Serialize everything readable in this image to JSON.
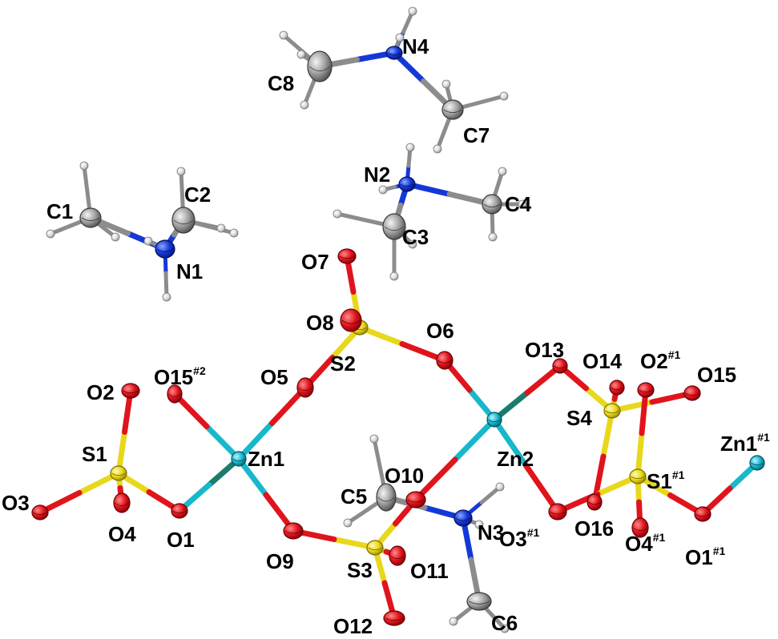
{
  "colors": {
    "background": "#ffffff",
    "oxygen": "#e0141c",
    "sulfur": "#e8d81c",
    "zinc": "#18b8cc",
    "nitrogen": "#1438d8",
    "carbon": "#909090",
    "hydrogen": "#d8d8d8",
    "bond_grey": "#8c8c8c",
    "bond_blue": "#1438d8",
    "bond_dark_green": "#1c7c6c",
    "label": "#000000"
  },
  "atom_labels": [
    {
      "id": "n4",
      "name": "nitrogen-label-n4",
      "text": "N4"
    },
    {
      "id": "c8",
      "name": "carbon-label-c8",
      "text": "C8"
    },
    {
      "id": "c7",
      "name": "carbon-label-c7",
      "text": "C7"
    },
    {
      "id": "n2",
      "name": "nitrogen-label-n2",
      "text": "N2"
    },
    {
      "id": "c4",
      "name": "carbon-label-c4",
      "text": "C4"
    },
    {
      "id": "c3",
      "name": "carbon-label-c3",
      "text": "C3"
    },
    {
      "id": "c1",
      "name": "carbon-label-c1",
      "text": "C1"
    },
    {
      "id": "c2",
      "name": "carbon-label-c2",
      "text": "C2"
    },
    {
      "id": "n1",
      "name": "nitrogen-label-n1",
      "text": "N1"
    },
    {
      "id": "o7",
      "name": "oxygen-label-o7",
      "text": "O7"
    },
    {
      "id": "o8",
      "name": "oxygen-label-o8",
      "text": "O8"
    },
    {
      "id": "o6",
      "name": "oxygen-label-o6",
      "text": "O6"
    },
    {
      "id": "s2",
      "name": "sulfur-label-s2",
      "text": "S2"
    },
    {
      "id": "o13",
      "name": "oxygen-label-o13",
      "text": "O13"
    },
    {
      "id": "o14",
      "name": "oxygen-label-o14",
      "text": "O14"
    },
    {
      "id": "o2b",
      "name": "oxygen-label-o2-sym1",
      "text": "O2",
      "sup": "#1"
    },
    {
      "id": "o15",
      "name": "oxygen-label-o15",
      "text": "O15"
    },
    {
      "id": "o2",
      "name": "oxygen-label-o2",
      "text": "O2"
    },
    {
      "id": "o15b",
      "name": "oxygen-label-o15-sym2",
      "text": "O15",
      "sup": "#2"
    },
    {
      "id": "o5",
      "name": "oxygen-label-o5",
      "text": "O5"
    },
    {
      "id": "s4",
      "name": "sulfur-label-s4",
      "text": "S4"
    },
    {
      "id": "s1",
      "name": "sulfur-label-s1",
      "text": "S1"
    },
    {
      "id": "zn1",
      "name": "zinc-label-zn1",
      "text": "Zn1"
    },
    {
      "id": "o10",
      "name": "oxygen-label-o10",
      "text": "O10"
    },
    {
      "id": "zn2",
      "name": "zinc-label-zn2",
      "text": "Zn2"
    },
    {
      "id": "s1b",
      "name": "sulfur-label-s1-sym1",
      "text": "S1",
      "sup": "#1"
    },
    {
      "id": "zn1b",
      "name": "zinc-label-zn1-sym1",
      "text": "Zn1",
      "sup": "#1"
    },
    {
      "id": "o3",
      "name": "oxygen-label-o3",
      "text": "O3"
    },
    {
      "id": "c5",
      "name": "carbon-label-c5",
      "text": "C5"
    },
    {
      "id": "o4",
      "name": "oxygen-label-o4",
      "text": "O4"
    },
    {
      "id": "o1",
      "name": "oxygen-label-o1",
      "text": "O1"
    },
    {
      "id": "n3",
      "name": "nitrogen-label-n3",
      "text": "N3"
    },
    {
      "id": "o3b",
      "name": "oxygen-label-o3-sym1",
      "text": "O3",
      "sup": "#1"
    },
    {
      "id": "o16",
      "name": "oxygen-label-o16",
      "text": "O16"
    },
    {
      "id": "o4b",
      "name": "oxygen-label-o4-sym1",
      "text": "O4",
      "sup": "#1"
    },
    {
      "id": "o1b",
      "name": "oxygen-label-o1-sym1",
      "text": "O1",
      "sup": "#1"
    },
    {
      "id": "o9",
      "name": "oxygen-label-o9",
      "text": "O9"
    },
    {
      "id": "s3",
      "name": "sulfur-label-s3",
      "text": "S3"
    },
    {
      "id": "o11",
      "name": "oxygen-label-o11",
      "text": "O11"
    },
    {
      "id": "o12",
      "name": "oxygen-label-o12",
      "text": "O12"
    },
    {
      "id": "c6",
      "name": "carbon-label-c6",
      "text": "C6"
    }
  ]
}
